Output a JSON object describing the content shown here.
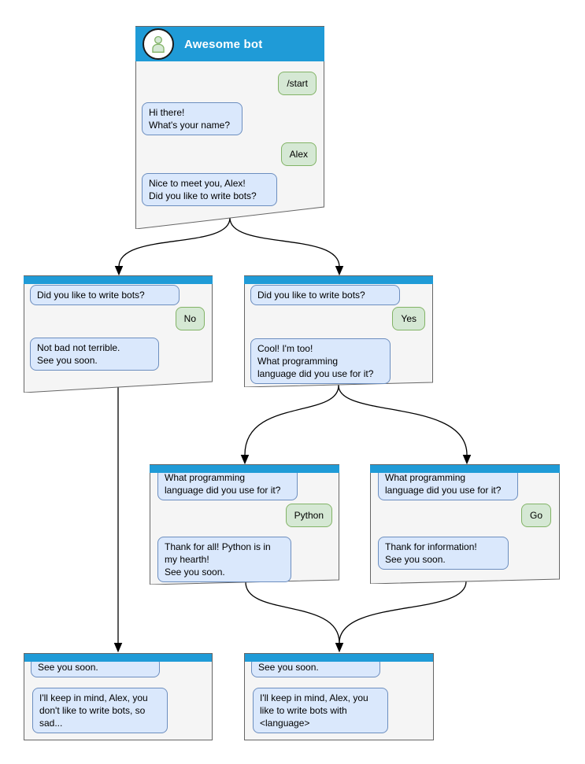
{
  "colors": {
    "header_blue": "#1F9BD7",
    "window_background": "#F5F5F5",
    "window_border": "#666666",
    "bot_bubble_fill": "#DAE8FC",
    "bot_bubble_border": "#6C8EBF",
    "user_bubble_fill": "#D5E8D4",
    "user_bubble_border": "#82B366",
    "connector": "#000000"
  },
  "windows": [
    {
      "id": "main",
      "title": "Awesome bot",
      "avatar_icon": "user-icon",
      "messages": [
        {
          "from": "user",
          "text": "/start"
        },
        {
          "from": "bot",
          "text": "Hi there!\nWhat's your name?"
        },
        {
          "from": "user",
          "text": "Alex"
        },
        {
          "from": "bot",
          "text": "Nice to meet you, Alex!\nDid you like to write bots?"
        }
      ]
    },
    {
      "id": "branch-no",
      "messages": [
        {
          "from": "bot",
          "text": "Did you like to write bots?"
        },
        {
          "from": "user",
          "text": "No"
        },
        {
          "from": "bot",
          "text": "Not bad not terrible.\nSee you soon."
        }
      ]
    },
    {
      "id": "branch-yes",
      "messages": [
        {
          "from": "bot",
          "text": "Did you like to write bots?"
        },
        {
          "from": "user",
          "text": "Yes"
        },
        {
          "from": "bot",
          "text": "Cool! I'm too!\nWhat programming\nlanguage did you use for it?"
        }
      ]
    },
    {
      "id": "branch-python",
      "messages": [
        {
          "from": "bot",
          "text": "What programming\nlanguage did you use for it?"
        },
        {
          "from": "user",
          "text": "Python"
        },
        {
          "from": "bot",
          "text": "Thank for all! Python is in\nmy hearth!\nSee you soon."
        }
      ]
    },
    {
      "id": "branch-go",
      "messages": [
        {
          "from": "bot",
          "text": "What programming\nlanguage did you use for it?"
        },
        {
          "from": "user",
          "text": "Go"
        },
        {
          "from": "bot",
          "text": "Thank for information!\nSee you soon."
        }
      ]
    },
    {
      "id": "end-no",
      "messages": [
        {
          "from": "bot",
          "text": "See you soon."
        },
        {
          "from": "bot",
          "text": "I'll keep in mind, Alex, you\ndon't like to write bots, so\nsad..."
        }
      ]
    },
    {
      "id": "end-yes",
      "messages": [
        {
          "from": "bot",
          "text": "See you soon."
        },
        {
          "from": "bot",
          "text": "I'll keep in mind, Alex, you\nlike to write bots with\n<language>"
        }
      ]
    }
  ]
}
